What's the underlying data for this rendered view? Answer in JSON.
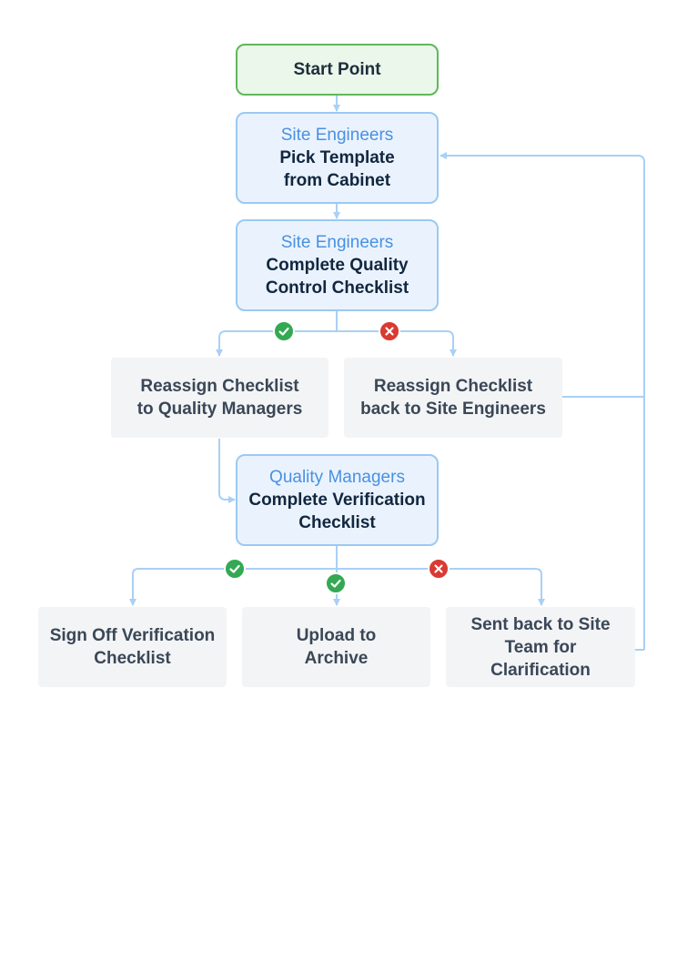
{
  "flow": {
    "start": {
      "label": "Start Point"
    },
    "pick_template": {
      "role": "Site Engineers",
      "title_lines": [
        "Pick Template",
        "from Cabinet"
      ]
    },
    "qc_checklist": {
      "role": "Site Engineers",
      "title_lines": [
        "Complete Quality",
        "Control Checklist"
      ]
    },
    "reassign_quality_managers": {
      "lines": [
        "Reassign Checklist",
        "to Quality Managers"
      ]
    },
    "reassign_site_engineers": {
      "lines": [
        "Reassign Checklist",
        "back to Site Engineers"
      ]
    },
    "verification_checklist": {
      "role": "Quality Managers",
      "title_lines": [
        "Complete Verification",
        "Checklist"
      ]
    },
    "sign_off": {
      "lines": [
        "Sign Off Verification",
        "Checklist"
      ]
    },
    "upload_archive": {
      "lines": [
        "Upload to",
        "Archive"
      ]
    },
    "sent_back": {
      "lines": [
        "Sent back to Site",
        "Team for",
        "Clarification"
      ]
    }
  },
  "badges": {
    "approve_icon": "check-icon",
    "reject_icon": "cross-icon"
  },
  "colors": {
    "connector": "#a9d0f5",
    "start_border": "#5fb85a",
    "start_fill": "#eaf7ea",
    "step_border": "#9cc9f2",
    "step_fill": "#eaf3fd",
    "role_text": "#4a90e2",
    "title_text": "#12263f",
    "outcome_fill": "#f3f4f6",
    "outcome_text": "#3a4756",
    "approve": "#34a853",
    "reject": "#d93a32"
  }
}
